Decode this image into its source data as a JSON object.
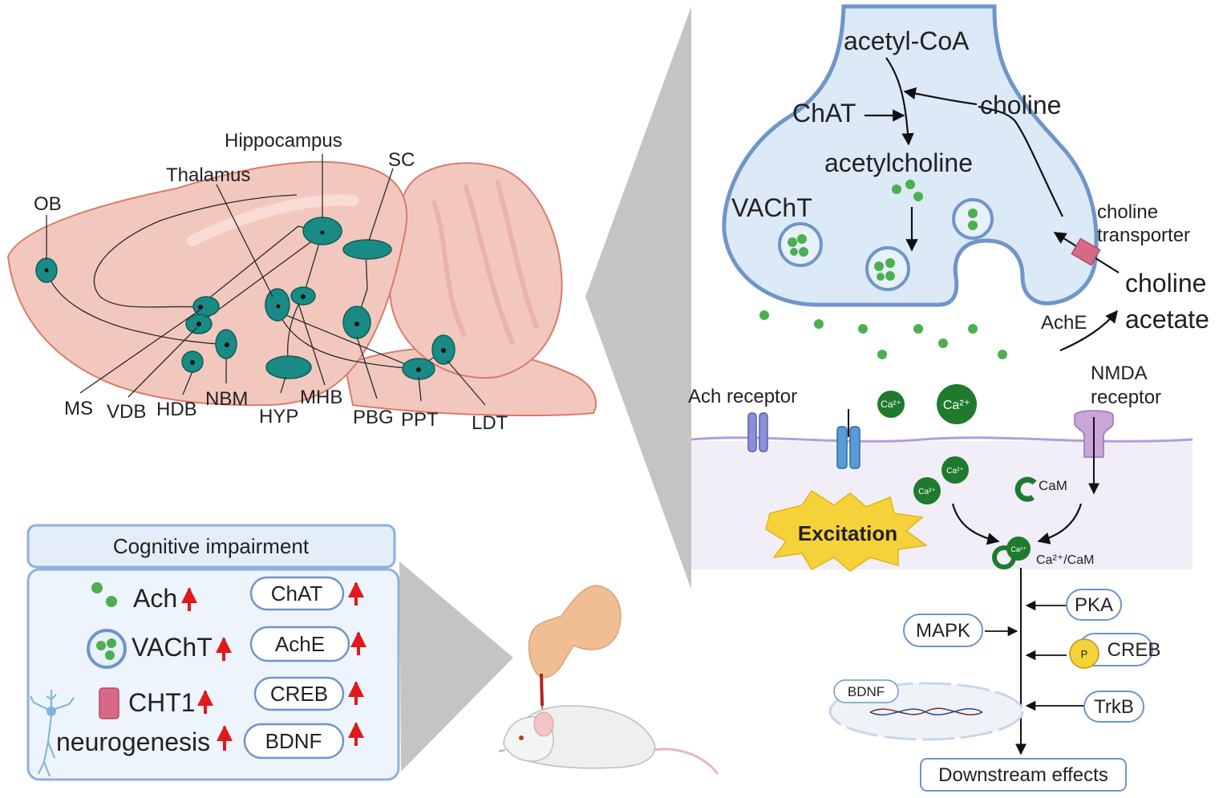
{
  "brain": {
    "regions": {
      "ob": "OB",
      "hippocampus": "Hippocampus",
      "thalamus": "Thalamus",
      "sc": "SC",
      "ms": "MS",
      "vdb": "VDB",
      "hdb": "HDB",
      "nbm": "NBM",
      "hyp": "HYP",
      "mhb": "MHB",
      "pbg": "PBG",
      "ppt": "PPT",
      "ldt": "LDT"
    },
    "nucleus_color": "#1a8a84",
    "tissue_color": "#f2c8be"
  },
  "synapse": {
    "acetyl_coa": "acetyl-CoA",
    "chat": "ChAT",
    "choline": "choline",
    "acetylcholine": "acetylcholine",
    "vacht": "VAChT",
    "choline_transporter_line1": "choline",
    "choline_transporter_line2": "transporter",
    "choline_out": "choline",
    "acetate": "acetate",
    "ache": "AchE",
    "ach_receptor": "Ach receptor",
    "nmda_line1": "NMDA",
    "nmda_line2": "receptor",
    "ca": "Ca²⁺",
    "cam": "CaM",
    "ca_cam": "Ca²⁺/CaM",
    "excitation": "Excitation",
    "terminal_color": "#dce9f7",
    "membrane_color": "#6f95c9",
    "ach_color": "#4caf50",
    "ca_color": "#1f7a2e"
  },
  "pathway": {
    "pka": "PKA",
    "mapk": "MAPK",
    "p": "P",
    "creb": "CREB",
    "bdnf": "BDNF",
    "trkb": "TrkB",
    "downstream": "Downstream effects"
  },
  "summary": {
    "title": "Cognitive impairment",
    "ach": "Ach",
    "vacht": "VAChT",
    "cht1": "CHT1",
    "neurogenesis": "neurogenesis",
    "chat": "ChAT",
    "ache": "AchE",
    "creb": "CREB",
    "bdnf": "BDNF",
    "arrow_color": "#e0191c"
  }
}
